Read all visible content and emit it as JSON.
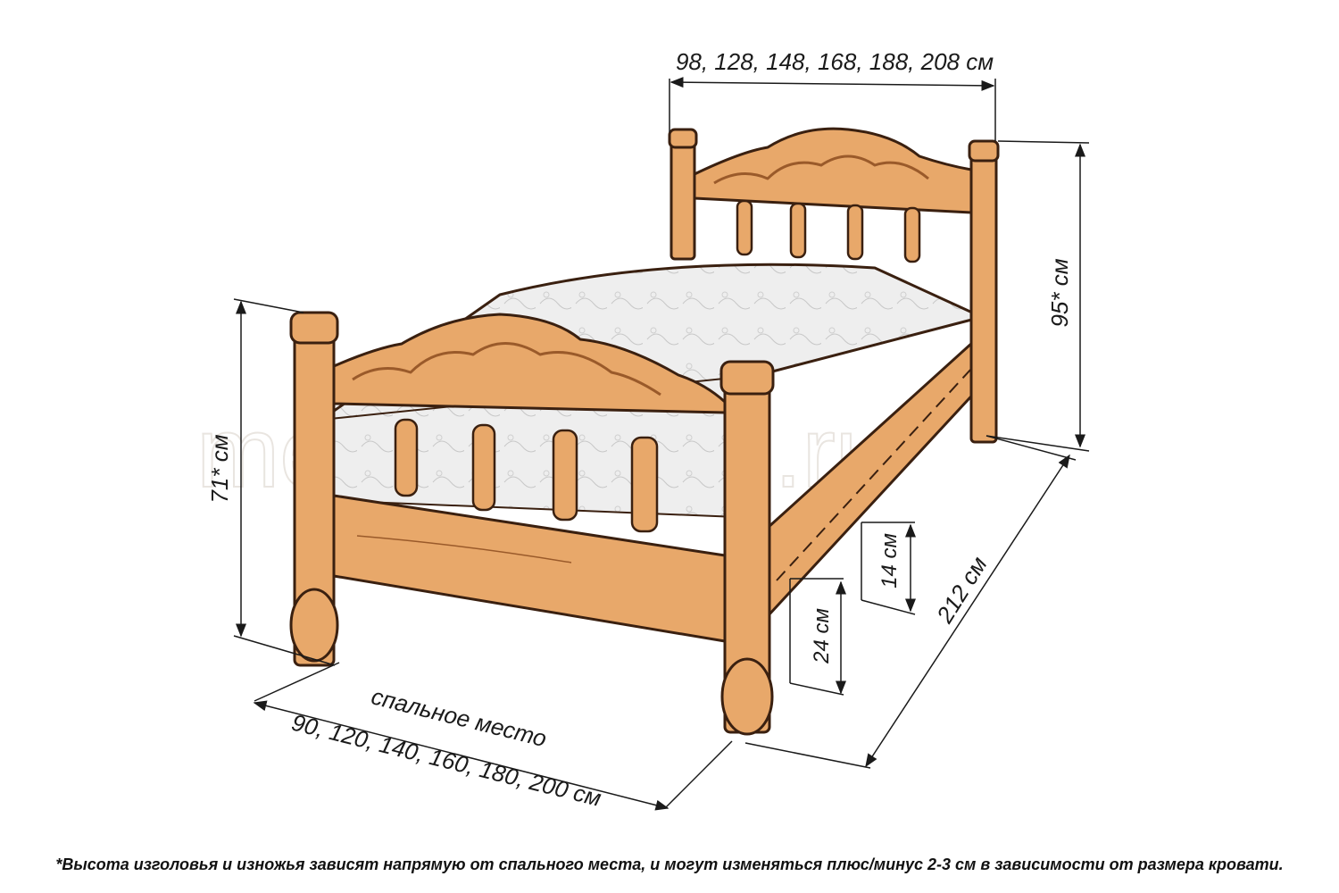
{
  "watermark": "mebel-mebel.ru",
  "dimensions": {
    "headboard_width": "98, 128, 148, 168, 188, 208 см",
    "headboard_height": "95* см",
    "footboard_height": "71* см",
    "sleeping_place_label": "спальное место",
    "sleeping_place_widths": "90, 120, 140, 160, 180, 200 см",
    "length": "212 см",
    "frame_height": "14 см",
    "floor_clearance": "24 см"
  },
  "footnote": "*Высота изголовья и изножья зависят напрямую от спального места, и могут изменяться плюс/минус 2-3 см в зависимости от размера кровати.",
  "colors": {
    "wood": "#e8a86a",
    "wood_dark": "#9a5a2a",
    "outline": "#3a2010",
    "mattress": "#ececec",
    "dimension_line": "#1a1a1a"
  }
}
